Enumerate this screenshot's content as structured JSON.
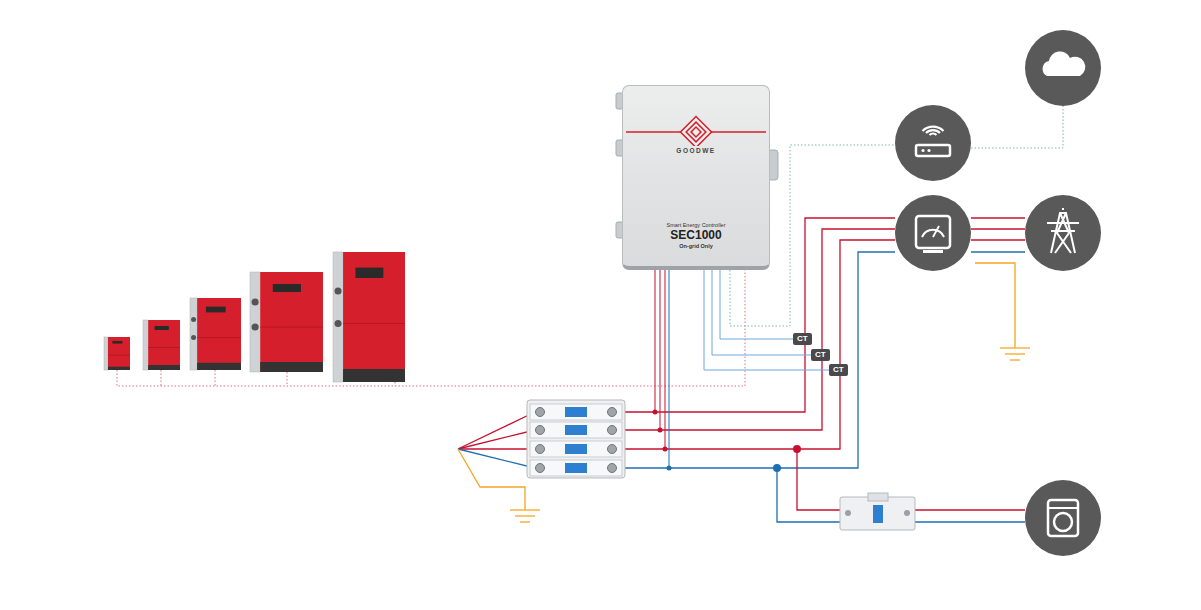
{
  "diagram": {
    "nodes": [
      {
        "text": [
          "GOODWE",
          "Smart Energy Controller",
          "SEC1000",
          "On-grid Only"
        ]
      },
      {
        "text": [
          "CT"
        ]
      },
      {
        "text": [
          "CT"
        ]
      },
      {
        "text": [
          "CT"
        ]
      }
    ],
    "edges": [
      {
        "from": 0,
        "to": 1,
        "arrow": "none"
      },
      {
        "from": 0,
        "to": 2,
        "arrow": "none"
      },
      {
        "from": 0,
        "to": 3,
        "arrow": "none"
      }
    ]
  }
}
